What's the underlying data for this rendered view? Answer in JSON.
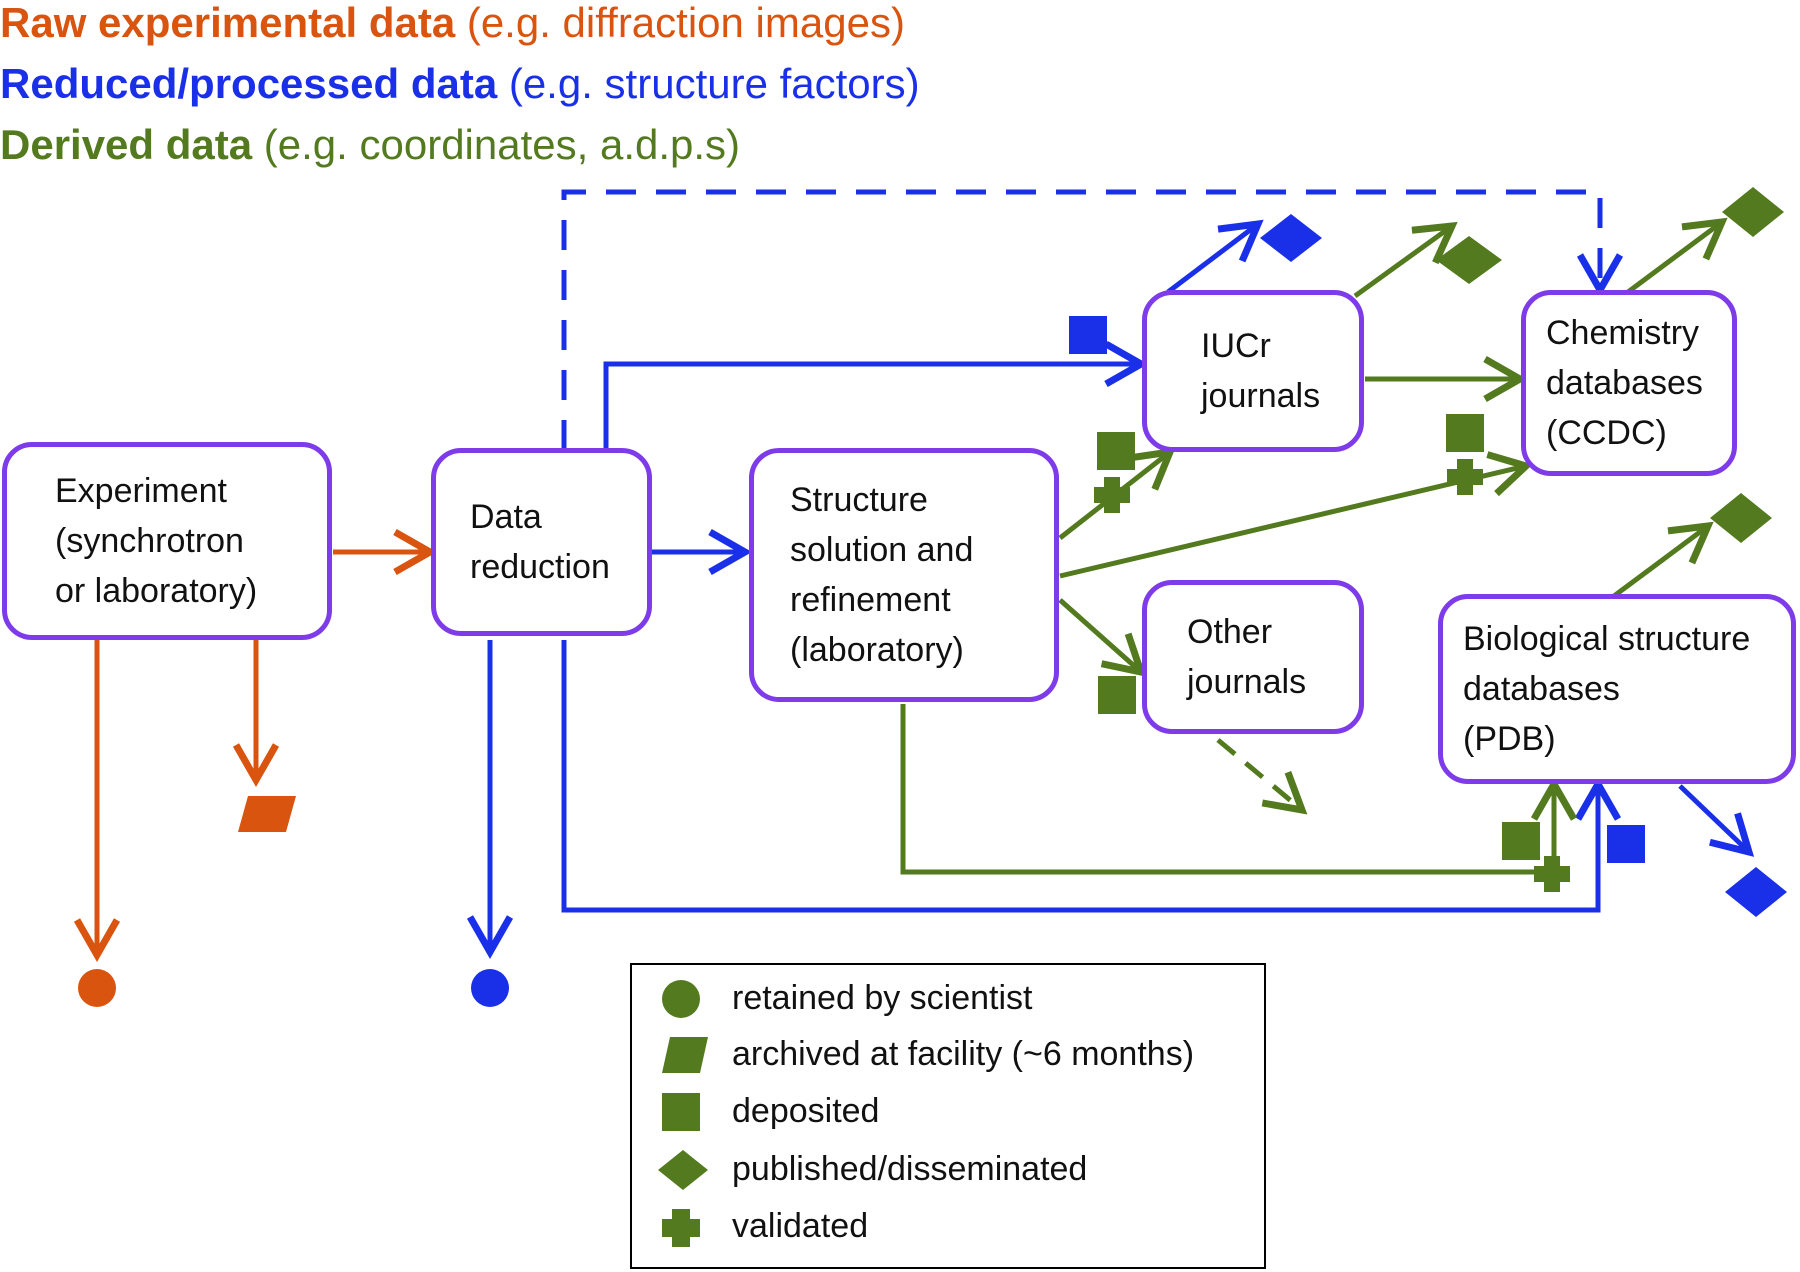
{
  "headline": {
    "raw": {
      "strong": "Raw experimental data",
      "rest": " (e.g. diffraction images)"
    },
    "reduced": {
      "strong": "Reduced/processed data",
      "rest": " (e.g. structure factors)"
    },
    "derived": {
      "strong": "Derived data",
      "rest": " (e.g. coordinates, a.d.p.s)"
    }
  },
  "colors": {
    "raw": "#D9540E",
    "reduced": "#1A30E8",
    "derived": "#537A1E",
    "node_border": "#7E3BEA"
  },
  "nodes": {
    "experiment": "Experiment\n(synchrotron\nor laboratory)",
    "data_reduction": "Data\nreduction",
    "structure": "Structure\nsolution and\nrefinement\n(laboratory)",
    "iucr": "IUCr\njournals",
    "chemistry_db": "Chemistry\ndatabases\n(CCDC)",
    "other_journals": "Other\njournals",
    "bio_db": "Biological structure\ndatabases\n(PDB)"
  },
  "legend": [
    {
      "symbol": "circle-icon",
      "label": "retained by scientist"
    },
    {
      "symbol": "parallelogram-icon",
      "label": "archived at facility (~6 months)"
    },
    {
      "symbol": "square-icon",
      "label": "deposited"
    },
    {
      "symbol": "diamond-icon",
      "label": "published/disseminated"
    },
    {
      "symbol": "cross-icon",
      "label": "validated"
    }
  ]
}
